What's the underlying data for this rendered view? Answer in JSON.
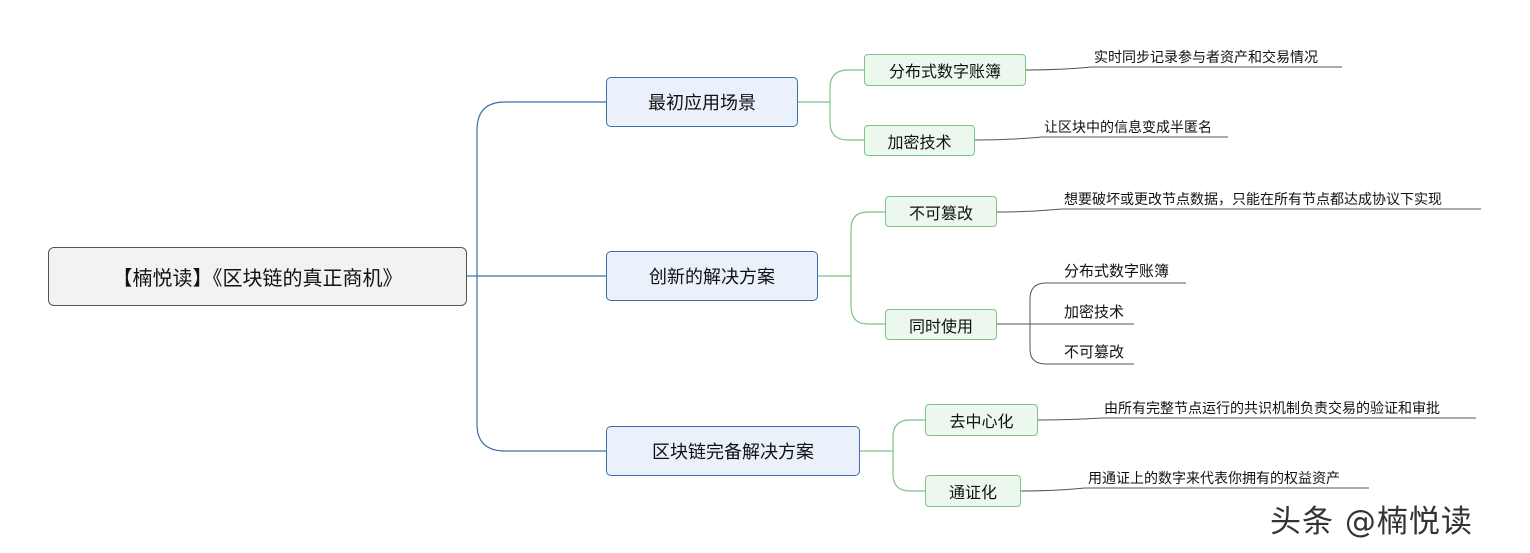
{
  "root": {
    "label": "【楠悦读】《区块链的真正商机》"
  },
  "branches": [
    {
      "label": "最初应用场景",
      "children": [
        {
          "label": "分布式数字账簿",
          "note": "实时同步记录参与者资产和交易情况"
        },
        {
          "label": "加密技术",
          "note": "让区块中的信息变成半匿名"
        }
      ]
    },
    {
      "label": "创新的解决方案",
      "children": [
        {
          "label": "不可篡改",
          "note": "想要破坏或更改节点数据，只能在所有节点都达成协议下实现"
        },
        {
          "label": "同时使用",
          "items": [
            "分布式数字账簿",
            "加密技术",
            "不可篡改"
          ]
        }
      ]
    },
    {
      "label": "区块链完备解决方案",
      "children": [
        {
          "label": "去中心化",
          "note": "由所有完整节点运行的共识机制负责交易的验证和审批"
        },
        {
          "label": "通证化",
          "note": "用通证上的数字来代表你拥有的权益资产"
        }
      ]
    }
  ],
  "watermark": "头条 @楠悦读",
  "colors": {
    "level1_line": "#3d6fa8",
    "level2_line": "#7cc48a",
    "leaf_line": "#555555"
  }
}
